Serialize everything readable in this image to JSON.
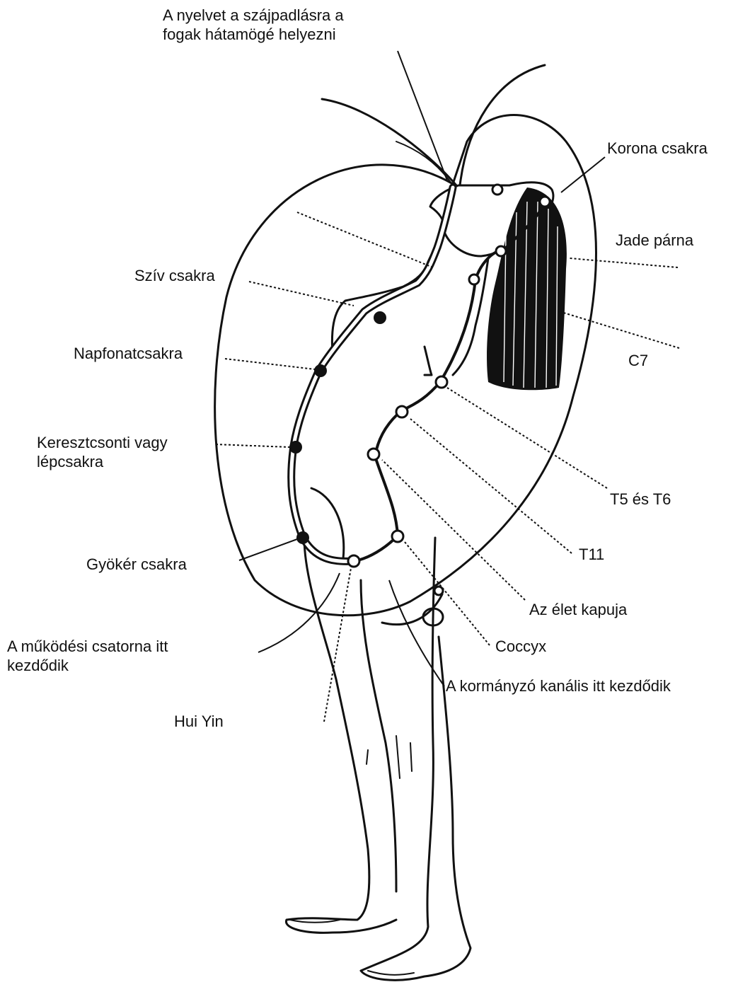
{
  "labels": {
    "tongue_line1": "A nyelvet a szájpadlásra a",
    "tongue_line2": "fogak hátamögé helyezni",
    "crown": "Korona csakra",
    "jade": "Jade párna",
    "heart": "Szív csakra",
    "solar": "Napfonatcsakra",
    "sacral_line1": "Keresztcsonti vagy",
    "sacral_line2": "lépcsakra",
    "c7": "C7",
    "t5t6": "T5 és T6",
    "t11": "T11",
    "root": "Gyökér csakra",
    "gate": "Az élet kapuja",
    "functional_line1": "A működési csatorna itt",
    "functional_line2": "kezdődik",
    "coccyx": "Coccyx",
    "governor": "A kormányzó kanális itt kezdődik",
    "huiyin": "Hui Yin"
  },
  "colors": {
    "ink": "#111111",
    "paper": "#ffffff"
  },
  "icons": {
    "hair": "hair-shading",
    "energy_point_open": "open-circle",
    "energy_point_dark": "filled-circle"
  }
}
